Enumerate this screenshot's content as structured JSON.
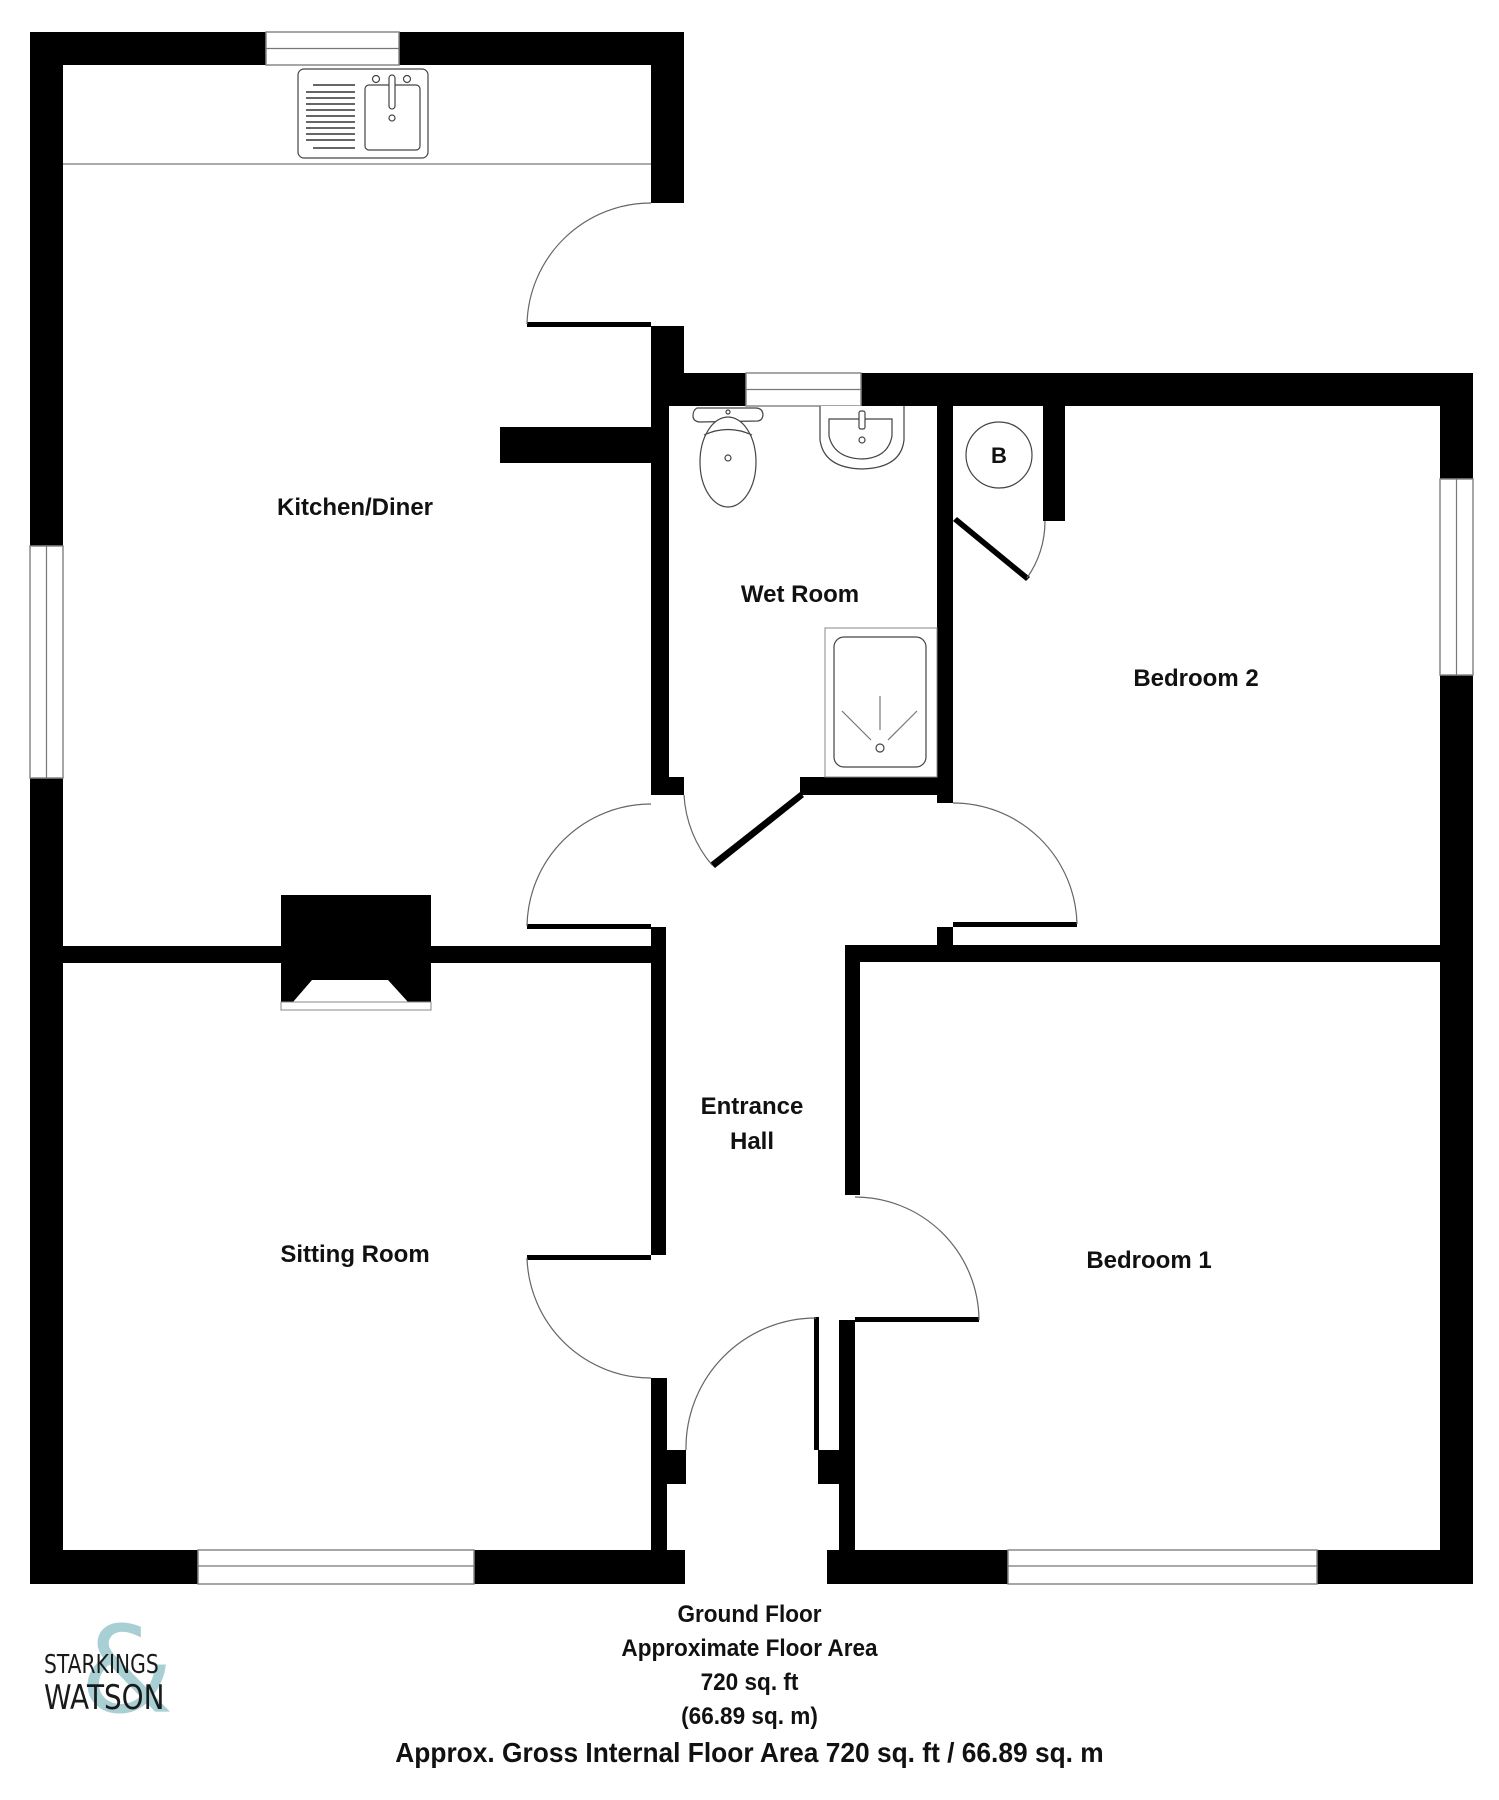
{
  "plan": {
    "rooms": {
      "kitchen_diner": "Kitchen/Diner",
      "wet_room": "Wet Room",
      "bedroom_2": "Bedroom 2",
      "entrance_hall_line1": "Entrance",
      "entrance_hall_line2": "Hall",
      "sitting_room": "Sitting Room",
      "bedroom_1": "Bedroom 1"
    },
    "boiler_label": "B",
    "colors": {
      "wall": "#000000",
      "background": "#ffffff",
      "fixture_line": "#777777",
      "logo_accent": "#a8cfd3"
    }
  },
  "footer": {
    "floor_name": "Ground Floor",
    "area_heading": "Approximate Floor Area",
    "area_sqft": "720 sq. ft",
    "area_sqm": "(66.89 sq. m)",
    "gross_total": "Approx. Gross Internal Floor Area 720 sq. ft / 66.89 sq. m"
  },
  "logo": {
    "ampersand": "&",
    "line1": "STARKINGS",
    "line2": "WATSON"
  }
}
